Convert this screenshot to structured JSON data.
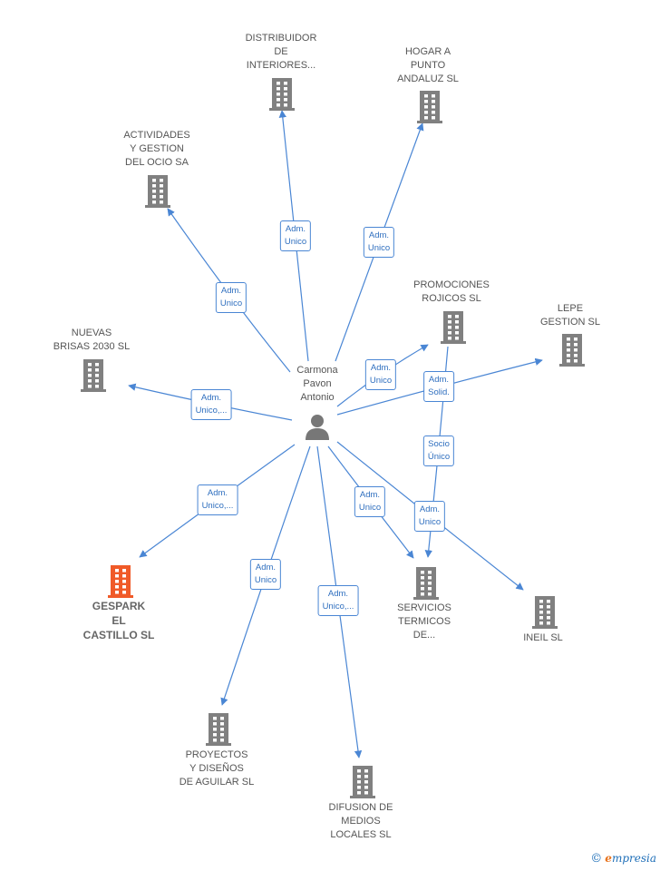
{
  "colors": {
    "edge": "#4a86d4",
    "node": "#808080",
    "highlight": "#f05a28"
  },
  "center": {
    "name": "Carmona\nPavon\nAntonio",
    "icon": "person-icon"
  },
  "nodes": [
    {
      "id": "distribuidor",
      "label": "DISTRIBUIDOR\nDE\nINTERIORES...",
      "icon": "building-icon",
      "highlight": false
    },
    {
      "id": "hogar",
      "label": "HOGAR A\nPUNTO\nANDALUZ  SL",
      "icon": "building-icon",
      "highlight": false
    },
    {
      "id": "actividades",
      "label": "ACTIVIDADES\nY GESTION\nDEL OCIO SA",
      "icon": "building-icon",
      "highlight": false
    },
    {
      "id": "promociones",
      "label": "PROMOCIONES\nROJICOS  SL",
      "icon": "building-icon",
      "highlight": false
    },
    {
      "id": "lepe",
      "label": "LEPE\nGESTION SL",
      "icon": "building-icon",
      "highlight": false
    },
    {
      "id": "nuevas",
      "label": "NUEVAS\nBRISAS 2030  SL",
      "icon": "building-icon",
      "highlight": false
    },
    {
      "id": "gespark",
      "label": "GESPARK\nEL\nCASTILLO  SL",
      "icon": "building-icon",
      "highlight": true
    },
    {
      "id": "servicios",
      "label": "SERVICIOS\nTERMICOS\nDE...",
      "icon": "building-icon",
      "highlight": false
    },
    {
      "id": "ineil",
      "label": "INEIL  SL",
      "icon": "building-icon",
      "highlight": false
    },
    {
      "id": "proyectos",
      "label": "PROYECTOS\nY DISEÑOS\nDE AGUILAR  SL",
      "icon": "building-icon",
      "highlight": false
    },
    {
      "id": "difusion",
      "label": "DIFUSION DE\nMEDIOS\nLOCALES SL",
      "icon": "building-icon",
      "highlight": false
    }
  ],
  "edges": [
    {
      "from": "center",
      "to": "distribuidor",
      "label": "Adm.\nUnico"
    },
    {
      "from": "center",
      "to": "hogar",
      "label": "Adm.\nUnico"
    },
    {
      "from": "center",
      "to": "actividades",
      "label": "Adm.\nUnico"
    },
    {
      "from": "center",
      "to": "promociones",
      "label": "Adm.\nUnico"
    },
    {
      "from": "center",
      "to": "lepe",
      "label": "Adm.\nSolid."
    },
    {
      "from": "promociones",
      "to": "servicios",
      "label": "Socio\nÚnico"
    },
    {
      "from": "center",
      "to": "nuevas",
      "label": "Adm.\nUnico,..."
    },
    {
      "from": "center",
      "to": "gespark",
      "label": "Adm.\nUnico,..."
    },
    {
      "from": "center",
      "to": "servicios",
      "label": "Adm.\nUnico"
    },
    {
      "from": "center",
      "to": "ineil",
      "label": "Adm.\nUnico"
    },
    {
      "from": "center",
      "to": "proyectos",
      "label": "Adm.\nUnico"
    },
    {
      "from": "center",
      "to": "difusion",
      "label": "Adm.\nUnico,..."
    }
  ],
  "brand": {
    "copyright": "©",
    "name": "mpresia",
    "initial": "e"
  }
}
